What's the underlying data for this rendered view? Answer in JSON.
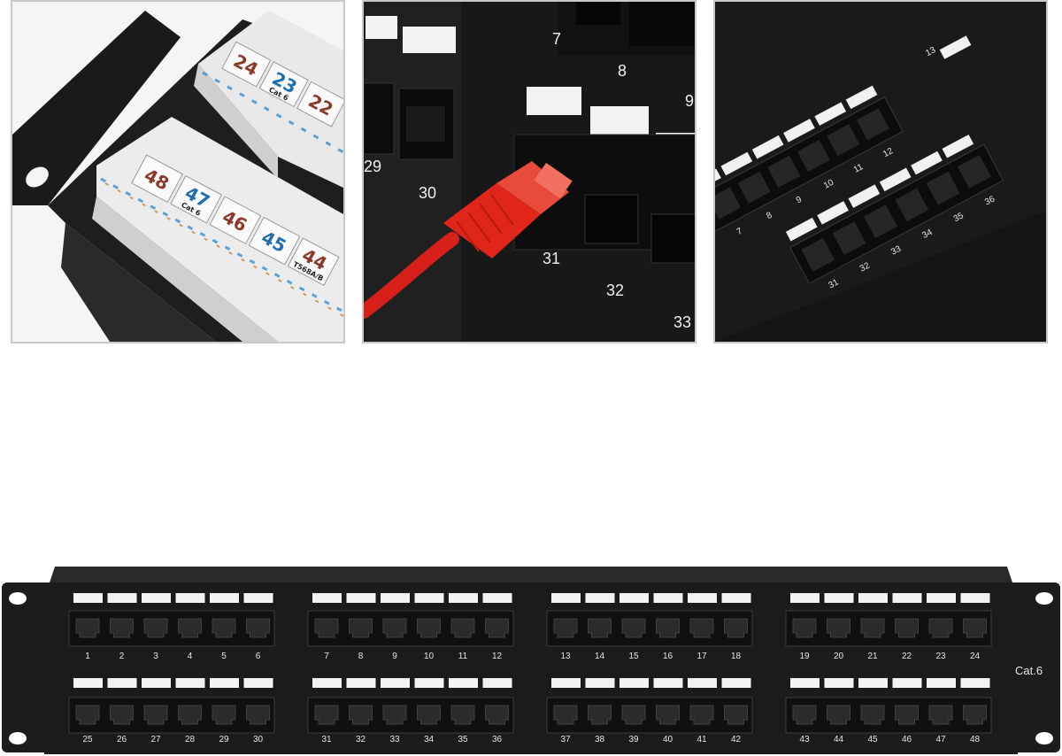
{
  "closeup_punchdown": {
    "labels_top": [
      "24",
      "23",
      "22"
    ],
    "labels_bottom": [
      "48",
      "47",
      "46",
      "45",
      "44"
    ],
    "cat_text": "Cat 6",
    "wiring_text": "T568A/B",
    "colors": {
      "red_num": "#8b3a2a",
      "blue_num": "#1f6fb0"
    }
  },
  "closeup_cable": {
    "port_numbers": [
      "7",
      "8",
      "9",
      "29",
      "30",
      "31",
      "32",
      "33"
    ],
    "colors": {
      "cable": "#e0261b",
      "panel": "#1c1c1c"
    }
  },
  "closeup_angle": {
    "port_numbers_top": [
      "7",
      "8",
      "9",
      "10",
      "11",
      "12",
      "13"
    ],
    "port_numbers_bottom": [
      "31",
      "32",
      "33",
      "34",
      "35",
      "36"
    ]
  },
  "patch_panel": {
    "brand_label": "Cat.6",
    "top_row_numbers": [
      "1",
      "2",
      "3",
      "4",
      "5",
      "6",
      "7",
      "8",
      "9",
      "10",
      "11",
      "12",
      "13",
      "14",
      "15",
      "16",
      "17",
      "18",
      "19",
      "20",
      "21",
      "22",
      "23",
      "24"
    ],
    "bottom_row_numbers": [
      "25",
      "26",
      "27",
      "28",
      "29",
      "30",
      "31",
      "32",
      "33",
      "34",
      "35",
      "36",
      "37",
      "38",
      "39",
      "40",
      "41",
      "42",
      "43",
      "44",
      "45",
      "46",
      "47",
      "48"
    ],
    "colors": {
      "body": "#1b1b1b",
      "label_strip": "#f2f2f2"
    }
  }
}
